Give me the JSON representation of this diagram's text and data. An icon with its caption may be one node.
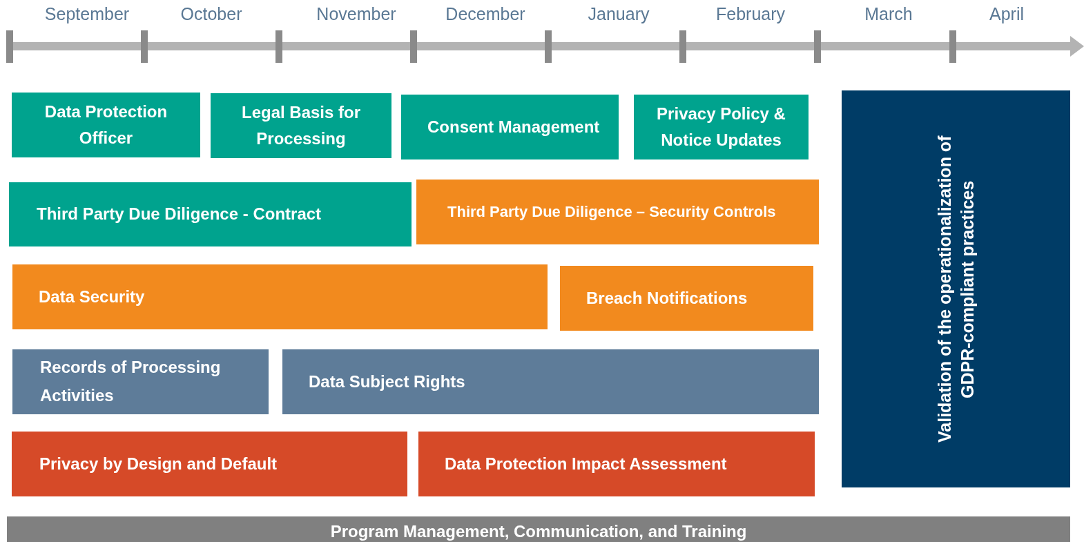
{
  "diagram": {
    "nodes": [
      {
        "text": [
          "Data Protection Officer"
        ]
      },
      {
        "text": [
          "Legal Basis for Processing"
        ]
      },
      {
        "text": [
          "Consent Management"
        ]
      },
      {
        "text": [
          "Privacy Policy & Notice Updates"
        ]
      },
      {
        "text": [
          "Third Party Due Diligence - Contract"
        ]
      },
      {
        "text": [
          "Third Party Due Diligence – Security Controls"
        ]
      },
      {
        "text": [
          "Data Security"
        ]
      },
      {
        "text": [
          "Breach Notifications"
        ]
      },
      {
        "text": [
          "Records of Processing Activities"
        ]
      },
      {
        "text": [
          "Data Subject Rights"
        ]
      },
      {
        "text": [
          "Privacy by Design and Default"
        ]
      },
      {
        "text": [
          "Data Protection Impact Assessment"
        ]
      },
      {
        "text": [
          "Validation of the operationalization of GDPR-compliant practices"
        ]
      },
      {
        "text": [
          "Program Management, Communication, and Training"
        ]
      }
    ],
    "labels": [
      "September",
      "October",
      "November",
      "December",
      "January",
      "February",
      "March",
      "April"
    ]
  }
}
